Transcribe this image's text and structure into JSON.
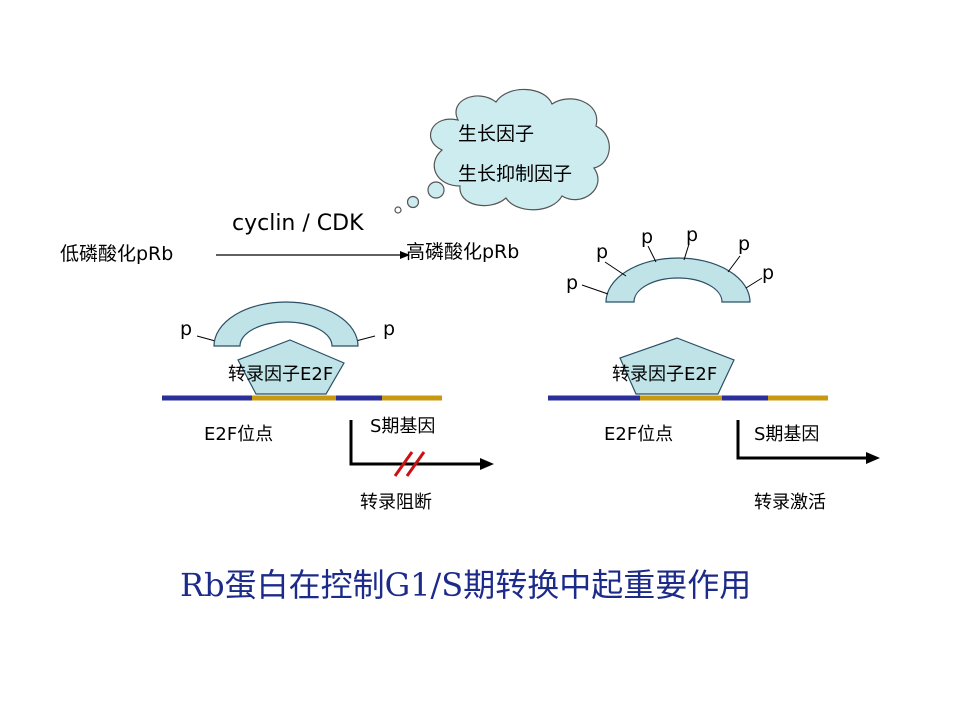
{
  "colors": {
    "protein_fill": "#bfe3e6",
    "protein_stroke": "#2b4f66",
    "dna_blue": "#2b2f9a",
    "dna_gold": "#c89a12",
    "block_red": "#cc1111",
    "title_color": "#1c2a8a",
    "cloud_fill": "#ccecef"
  },
  "cloud": {
    "line1": "生长因子",
    "line2": "生长抑制因子"
  },
  "pathway": {
    "left_label": "低磷酸化pRb",
    "arrow_label": "cyclin / CDK",
    "right_label": "高磷酸化pRb"
  },
  "left_panel": {
    "p_left": "p",
    "p_right": "p",
    "factor_label": "转录因子E2F",
    "site_label": "E2F位点",
    "gene_label": "S期基因",
    "result_label": "转录阻断"
  },
  "right_panel": {
    "p_labels": [
      "p",
      "p",
      "p",
      "p",
      "p",
      "p"
    ],
    "factor_label": "转录因子E2F",
    "site_label": "E2F位点",
    "gene_label": "S期基因",
    "result_label": "转录激活"
  },
  "title": "Rb蛋白在控制G1/S期转换中起重要作用"
}
